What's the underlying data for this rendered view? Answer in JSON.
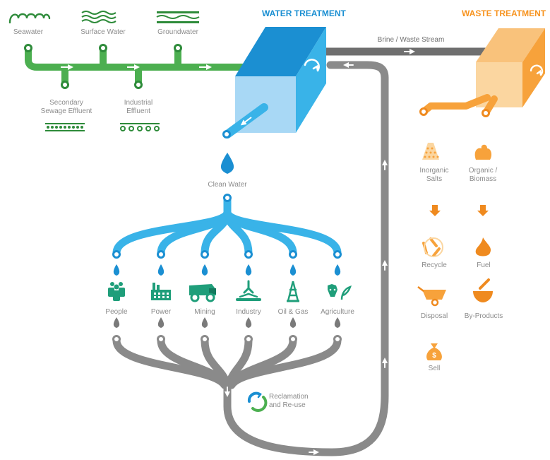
{
  "colors": {
    "source_green": "#4caf50",
    "green_dark": "#2e8b3a",
    "clean_blue": "#39b3e8",
    "blue_dark": "#1b8fd2",
    "tank_light": "#a8d8f5",
    "reclaim_gray": "#8a8a8a",
    "brine_gray": "#6f6f6f",
    "waste_orange": "#f7a23b",
    "orange_dark": "#ef8a1f",
    "label_gray": "#8c8c8c",
    "user_teal": "#1f9e7a"
  },
  "headers": {
    "water_treatment": "WATER TREATMENT",
    "waste_treatment": "WASTE TREATMENT"
  },
  "sources": {
    "seawater": "Seawater",
    "surface_water": "Surface Water",
    "groundwater": "Groundwater",
    "secondary_sewage": "Secondary\nSewage Effluent",
    "industrial_effluent": "Industrial\nEffluent"
  },
  "brine_label": "Brine / Waste Stream",
  "clean_water_label": "Clean Water",
  "users": [
    {
      "label": "People",
      "icon": "people-icon"
    },
    {
      "label": "Power",
      "icon": "power-plant-icon"
    },
    {
      "label": "Mining",
      "icon": "mining-truck-icon"
    },
    {
      "label": "Industry",
      "icon": "crane-icon"
    },
    {
      "label": "Oil & Gas",
      "icon": "oil-rig-icon"
    },
    {
      "label": "Agriculture",
      "icon": "cow-plant-icon"
    }
  ],
  "reclamation_label": "Reclamation\nand Re-use",
  "waste": {
    "inorganic_salts": "Inorganic\nSalts",
    "organic_biomass": "Organic /\nBiomass",
    "recycle": "Recycle",
    "fuel": "Fuel",
    "disposal": "Disposal",
    "by_products": "By-Products",
    "sell": "Sell"
  }
}
